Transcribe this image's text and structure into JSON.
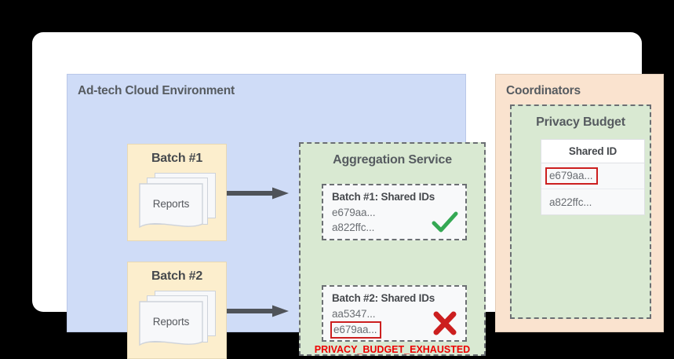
{
  "card": {
    "background": "#ffffff"
  },
  "adtech": {
    "title": "Ad-tech Cloud Environment",
    "background": "#cfdcf7",
    "batches": [
      {
        "title": "Batch #1",
        "doc_label": "Reports"
      },
      {
        "title": "Batch #2",
        "doc_label": "Reports"
      }
    ],
    "arrows": [
      {
        "name": "arrow-batch1-to-aggregation"
      },
      {
        "name": "arrow-batch2-to-aggregation"
      }
    ]
  },
  "aggregation": {
    "title": "Aggregation Service",
    "background": "#d9e9d2",
    "cards": [
      {
        "heading": "Batch #1: Shared IDs",
        "ids": [
          "e679aa...",
          "a822ffc..."
        ],
        "flagged_id": null,
        "status": "check",
        "status_color": "#34a853"
      },
      {
        "heading": "Batch #2: Shared IDs",
        "ids": [
          "aa5347..."
        ],
        "flagged_id": "e679aa...",
        "status": "cross",
        "status_color": "#cc1f1f"
      }
    ],
    "error_text": "PRIVACY_BUDGET_EXHAUSTED",
    "error_color": "#ee0000"
  },
  "coordinators": {
    "title": "Coordinators",
    "background": "#fae3cf",
    "privacy_budget": {
      "title": "Privacy Budget",
      "table": {
        "column_header": "Shared ID",
        "rows": [
          {
            "value": "e679aa...",
            "highlighted": true
          },
          {
            "value": "a822ffc...",
            "highlighted": false
          }
        ]
      }
    }
  },
  "colors": {
    "highlight_red": "#cc1f1f",
    "success_green": "#34a853",
    "panel_blue": "#cfdcf7",
    "panel_orange": "#fae3cf",
    "panel_green": "#d9e9d2",
    "batch_yellow": "#fceecd",
    "arrow_gray": "#4f5359",
    "text_gray": "#565b60"
  }
}
